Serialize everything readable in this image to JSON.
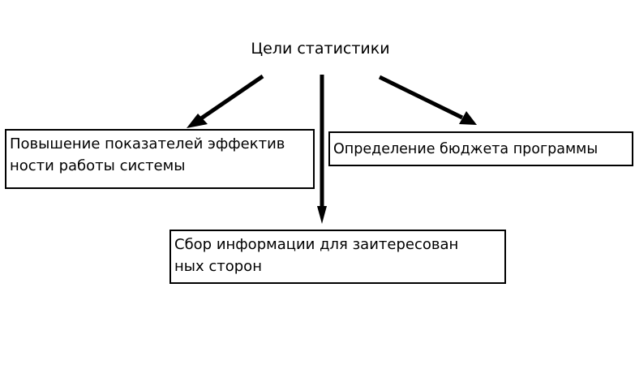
{
  "diagram": {
    "title": "Цели статистики",
    "boxes": {
      "left": "Повышение показателей эффектив\nности работы системы",
      "right": "Определение бюджета программы",
      "bottom": "Сбор информации для заитересован\nных сторон"
    }
  },
  "colors": {
    "stroke": "#000000",
    "background": "#ffffff"
  }
}
